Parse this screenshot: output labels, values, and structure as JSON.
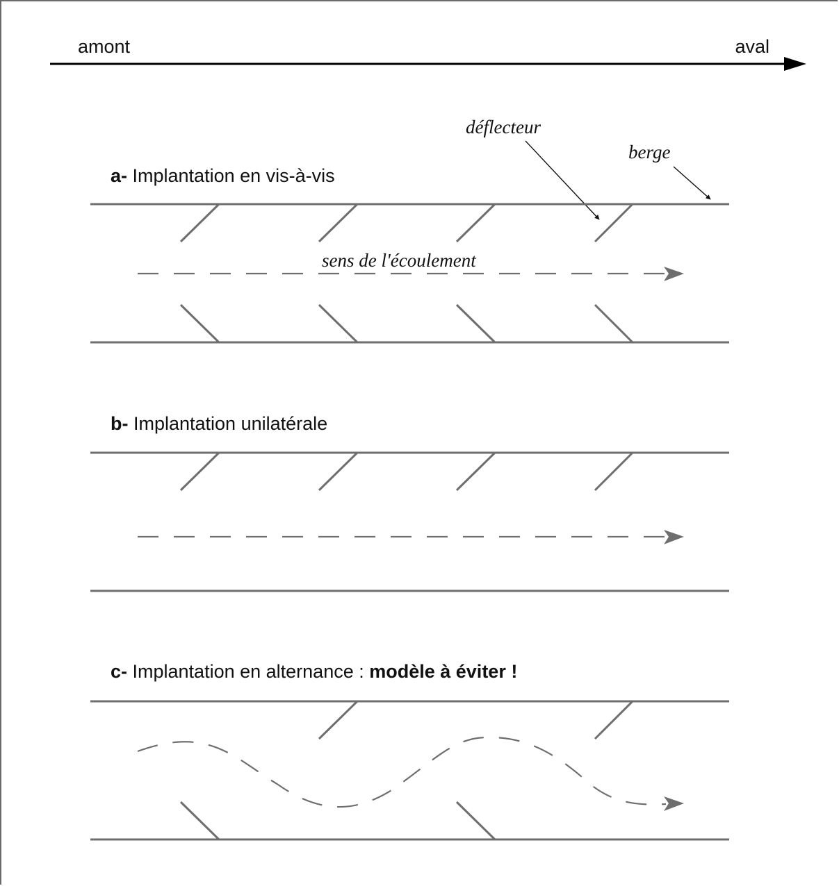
{
  "direction_axis": {
    "left_label": "amont",
    "right_label": "aval"
  },
  "annotations": {
    "deflector": "déflecteur",
    "bank": "berge",
    "flow_direction": "sens de l'écoulement"
  },
  "panels": [
    {
      "key": "a",
      "prefix": "a-",
      "title": " Implantation en vis-à-vis",
      "emphasis": ""
    },
    {
      "key": "b",
      "prefix": "b-",
      "title": " Implantation unilatérale",
      "emphasis": ""
    },
    {
      "key": "c",
      "prefix": "c-",
      "title": " Implantation en alternance : ",
      "emphasis": "modèle à éviter !"
    }
  ],
  "colors": {
    "line": "#6e6e6e",
    "text": "#111111",
    "frame": "#6a6a6a"
  }
}
